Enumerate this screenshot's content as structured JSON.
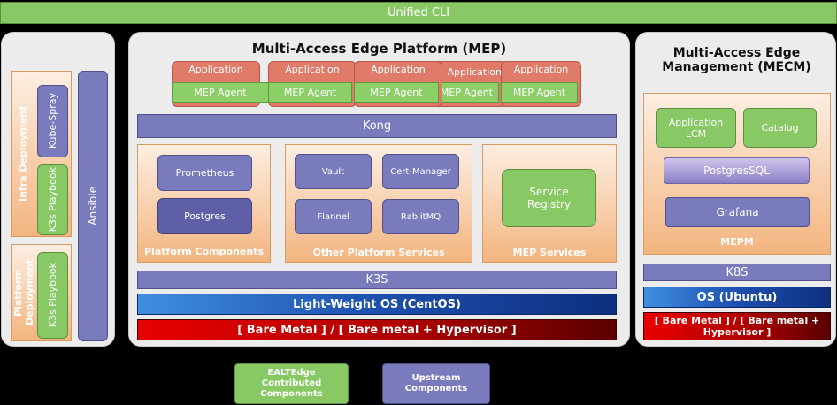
{
  "unified_cli": "Unified CLI",
  "left": {
    "infra_deployment": "Infra Deployment",
    "kube_spray": "Kube-Spray",
    "k3s_playbook_1": "K3s Playbook",
    "ansible": "Ansible",
    "platform_deployment": "Platform Deployment",
    "k3s_playbook_2": "K3s Playbook"
  },
  "mep": {
    "title": "Multi-Access Edge Platform (MEP)",
    "apps": [
      {
        "app": "Application",
        "agent": "MEP Agent"
      },
      {
        "app": "Application",
        "agent": "MEP Agent"
      },
      {
        "app": "Application",
        "agent": "MEP Agent"
      },
      {
        "app": "Application",
        "agent": "MEP Agent"
      },
      {
        "app": "Application",
        "agent": "MEP Agent"
      }
    ],
    "kong": "Kong",
    "platform_components": {
      "title": "Platform Components",
      "prometheus": "Prometheus",
      "postgres": "Postgres"
    },
    "other_services": {
      "title": "Other Platform Services",
      "vault": "Vault",
      "cert_manager": "Cert-Manager",
      "flannel": "Flannel",
      "rabbitmq": "RabiitMQ"
    },
    "mep_services": {
      "title": "MEP Services",
      "service_registry": "Service Registry"
    },
    "k3s": "K3S",
    "os": "Light-Weight OS (CentOS)",
    "bare_metal": "[ Bare Metal ] / [ Bare metal + Hypervisor ]"
  },
  "mecm": {
    "title": "Multi-Access Edge Management (MECM)",
    "app_lcm": "Application LCM",
    "catalog": "Catalog",
    "postgressql": "PostgresSQL",
    "grafana": "Grafana",
    "mepm": "MEPM",
    "k8s": "K8S",
    "os": "OS (Ubuntu)",
    "bare_metal": "[ Bare Metal ] / [ Bare metal + Hypervisor ]"
  },
  "legend": {
    "ealtedge": "EALTEdge Contributed Components",
    "upstream": "Upstream Components"
  },
  "colors": {
    "green": "#88c965",
    "purple": "#7a7bbd",
    "os_blue": "#1e5fc0",
    "bare_red": "#c00000"
  }
}
